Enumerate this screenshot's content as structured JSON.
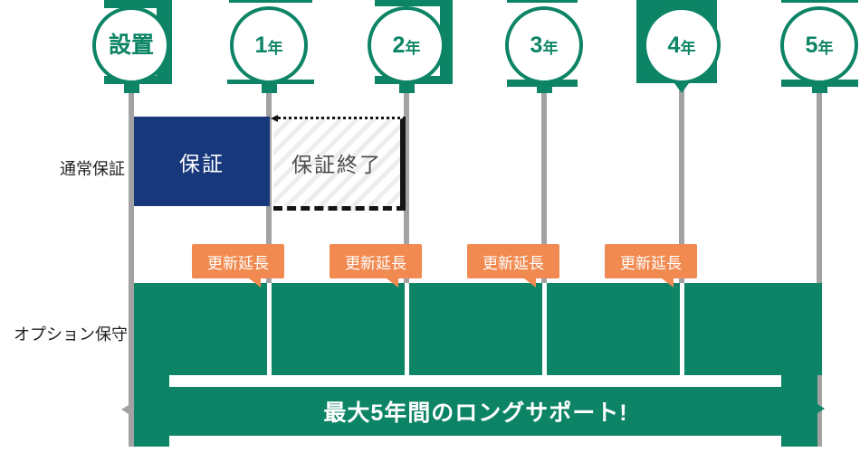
{
  "markers": [
    {
      "num": "設置",
      "unit": ""
    },
    {
      "num": "1",
      "unit": "年"
    },
    {
      "num": "2",
      "unit": "年"
    },
    {
      "num": "3",
      "unit": "年"
    },
    {
      "num": "4",
      "unit": "年"
    },
    {
      "num": "5",
      "unit": "年"
    }
  ],
  "rows": {
    "normal_label": "通常保証",
    "option_label": "オプション保守"
  },
  "normal_row": {
    "warranty_label": "保証",
    "expired_label": "保証終了"
  },
  "renewal_badges": [
    "更新延長",
    "更新延長",
    "更新延長",
    "更新延長"
  ],
  "banner": {
    "text": "最大5年間のロングサポート!"
  },
  "colors": {
    "green": "#0C8465",
    "navy": "#17387B",
    "orange": "#F08A50",
    "pole": "#A2A2A2",
    "hatch_stripe": "#EDEDED",
    "expired_text": "#4D4D4D",
    "label_text": "#1F1F1F",
    "sketch_black": "#141414"
  }
}
